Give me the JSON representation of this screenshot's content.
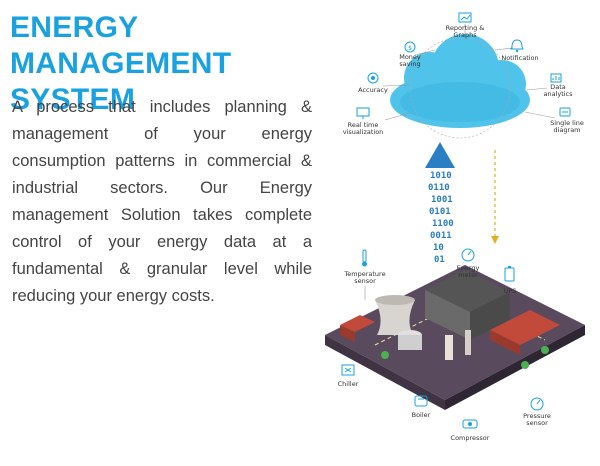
{
  "title": "ENERGY MANAGEMENT SYSTEM",
  "description": "A process that includes planning & management of your energy consumption patterns in commercial & industrial sectors. Our Energy management Solution takes complete control of your energy data at a fundamental & granular level while reducing your energy costs.",
  "cloud_features": [
    {
      "label": "Reporting &",
      "label2": "Graphs",
      "icon": "chart-icon"
    },
    {
      "label": "Money",
      "label2": "saving",
      "icon": "money-hand-icon"
    },
    {
      "label": "Notification",
      "label2": "",
      "icon": "bell-icon"
    },
    {
      "label": "Accuracy",
      "label2": "",
      "icon": "target-icon"
    },
    {
      "label": "Data",
      "label2": "analytics",
      "icon": "analytics-icon"
    },
    {
      "label": "Real time",
      "label2": "visualization",
      "icon": "monitor-icon"
    },
    {
      "label": "Single line",
      "label2": "diagram",
      "icon": "diagram-icon"
    }
  ],
  "plant_labels": [
    {
      "label": "Temperature",
      "label2": "sensor",
      "icon": "thermometer-icon"
    },
    {
      "label": "Energy",
      "label2": "meter",
      "icon": "gauge-icon"
    },
    {
      "label": "UPS",
      "label2": "",
      "icon": "battery-icon"
    },
    {
      "label": "Chiller",
      "label2": "",
      "icon": "chiller-icon"
    },
    {
      "label": "Boiler",
      "label2": "",
      "icon": "boiler-icon"
    },
    {
      "label": "Compressor",
      "label2": "",
      "icon": "compressor-icon"
    },
    {
      "label": "Pressure",
      "label2": "sensor",
      "icon": "pressure-gauge-icon"
    }
  ],
  "colors": {
    "accent": "#1aa1e1",
    "text": "#444444",
    "cloud": "#4fc3ea",
    "arrow": "#2a7ec4",
    "down_arrow": "#e0b020"
  }
}
